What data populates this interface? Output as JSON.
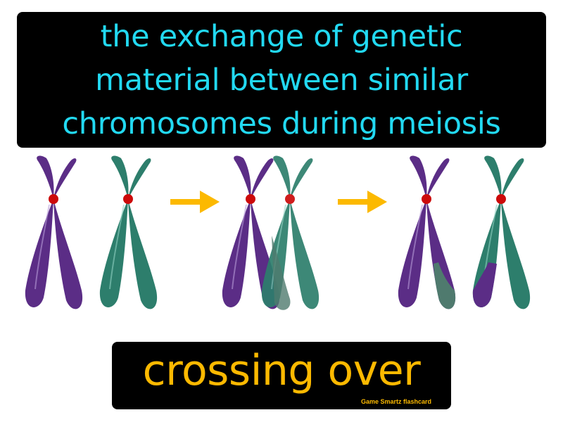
{
  "definition": {
    "lines": [
      "the exchange of genetic",
      "material between similar",
      "chromosomes during meiosis"
    ]
  },
  "term": "crossing over",
  "brand": "Game  Smartz  flashcard",
  "colors": {
    "definition_text": "#22d9f2",
    "term_text": "#fcb900",
    "purple_chromosome": "#5b2d86",
    "green_chromosome": "#2d7e6c",
    "centromere": "#cc0a0a",
    "arrow": "#fcb900"
  },
  "illustration": {
    "stages": [
      "before",
      "overlap",
      "after-exchange"
    ],
    "icons": [
      "chromosome-purple",
      "chromosome-green",
      "arrow-right-icon"
    ]
  }
}
